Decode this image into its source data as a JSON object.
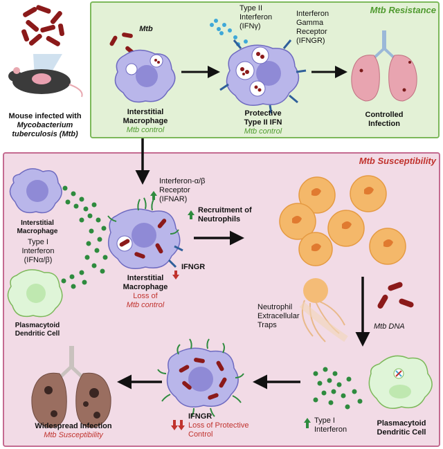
{
  "mouse_caption": {
    "line1": "Mouse infected with",
    "line2": "Mycobacterium",
    "line3": "tuberculosis (Mtb)"
  },
  "resistance": {
    "title": "Mtb Resistance",
    "mtb_label": "Mtb",
    "macrophage": {
      "line1": "Interstitial",
      "line2": "Macrophage",
      "line3": "Mtb control"
    },
    "type2": {
      "line1": "Type II",
      "line2": "Interferon",
      "line3": "(IFNγ)"
    },
    "receptor": {
      "line1": "Interferon",
      "line2": "Gamma",
      "line3": "Receptor",
      "line4": "(IFNGR)"
    },
    "protective": {
      "line1": "Protective",
      "line2": "Type II IFN",
      "line3": "Mtb control"
    },
    "controlled": {
      "line1": "Controlled",
      "line2": "Infection"
    }
  },
  "susceptibility": {
    "title": "Mtb Susceptibility",
    "int_mac": {
      "line1": "Interstitial",
      "line2": "Macrophage"
    },
    "type1_left": {
      "line1": "Type I",
      "line2": "Interferon",
      "line3": "(IFNα/β)"
    },
    "pdc_left": {
      "line1": "Plasmacytoid",
      "line2": "Dendritic Cell"
    },
    "ifnar": {
      "line1": "Interferon-α/β",
      "line2": "Receptor",
      "line3": "(IFNAR)"
    },
    "recruitment": {
      "line1": "Recruitment of",
      "line2": "Neutrophils"
    },
    "ifngr_down": "IFNGR",
    "center_mac": {
      "line1": "Interstitial",
      "line2": "Macrophage",
      "line3": "Loss of",
      "line4": "Mtb control"
    },
    "net": {
      "line1": "Neutrophil",
      "line2": "Extracellular",
      "line3": "Traps"
    },
    "mtb_dna": "Mtb DNA",
    "type1_right": {
      "line1": "Type I",
      "line2": "Interferon"
    },
    "pdc_right": {
      "line1": "Plasmacytoid",
      "line2": "Dendritic Cell"
    },
    "ifngr_loss": {
      "label": "IFNGR",
      "line1": "Loss of Protective",
      "line2": "Control"
    },
    "widespread": {
      "line1": "Widespread Infection",
      "line2": "Mtb Susceptibility"
    }
  },
  "colors": {
    "resistance_bg": "#e3f1d6",
    "susceptibility_bg": "#f2dbe6",
    "green": "#4f9a2f",
    "red": "#c0322d"
  }
}
